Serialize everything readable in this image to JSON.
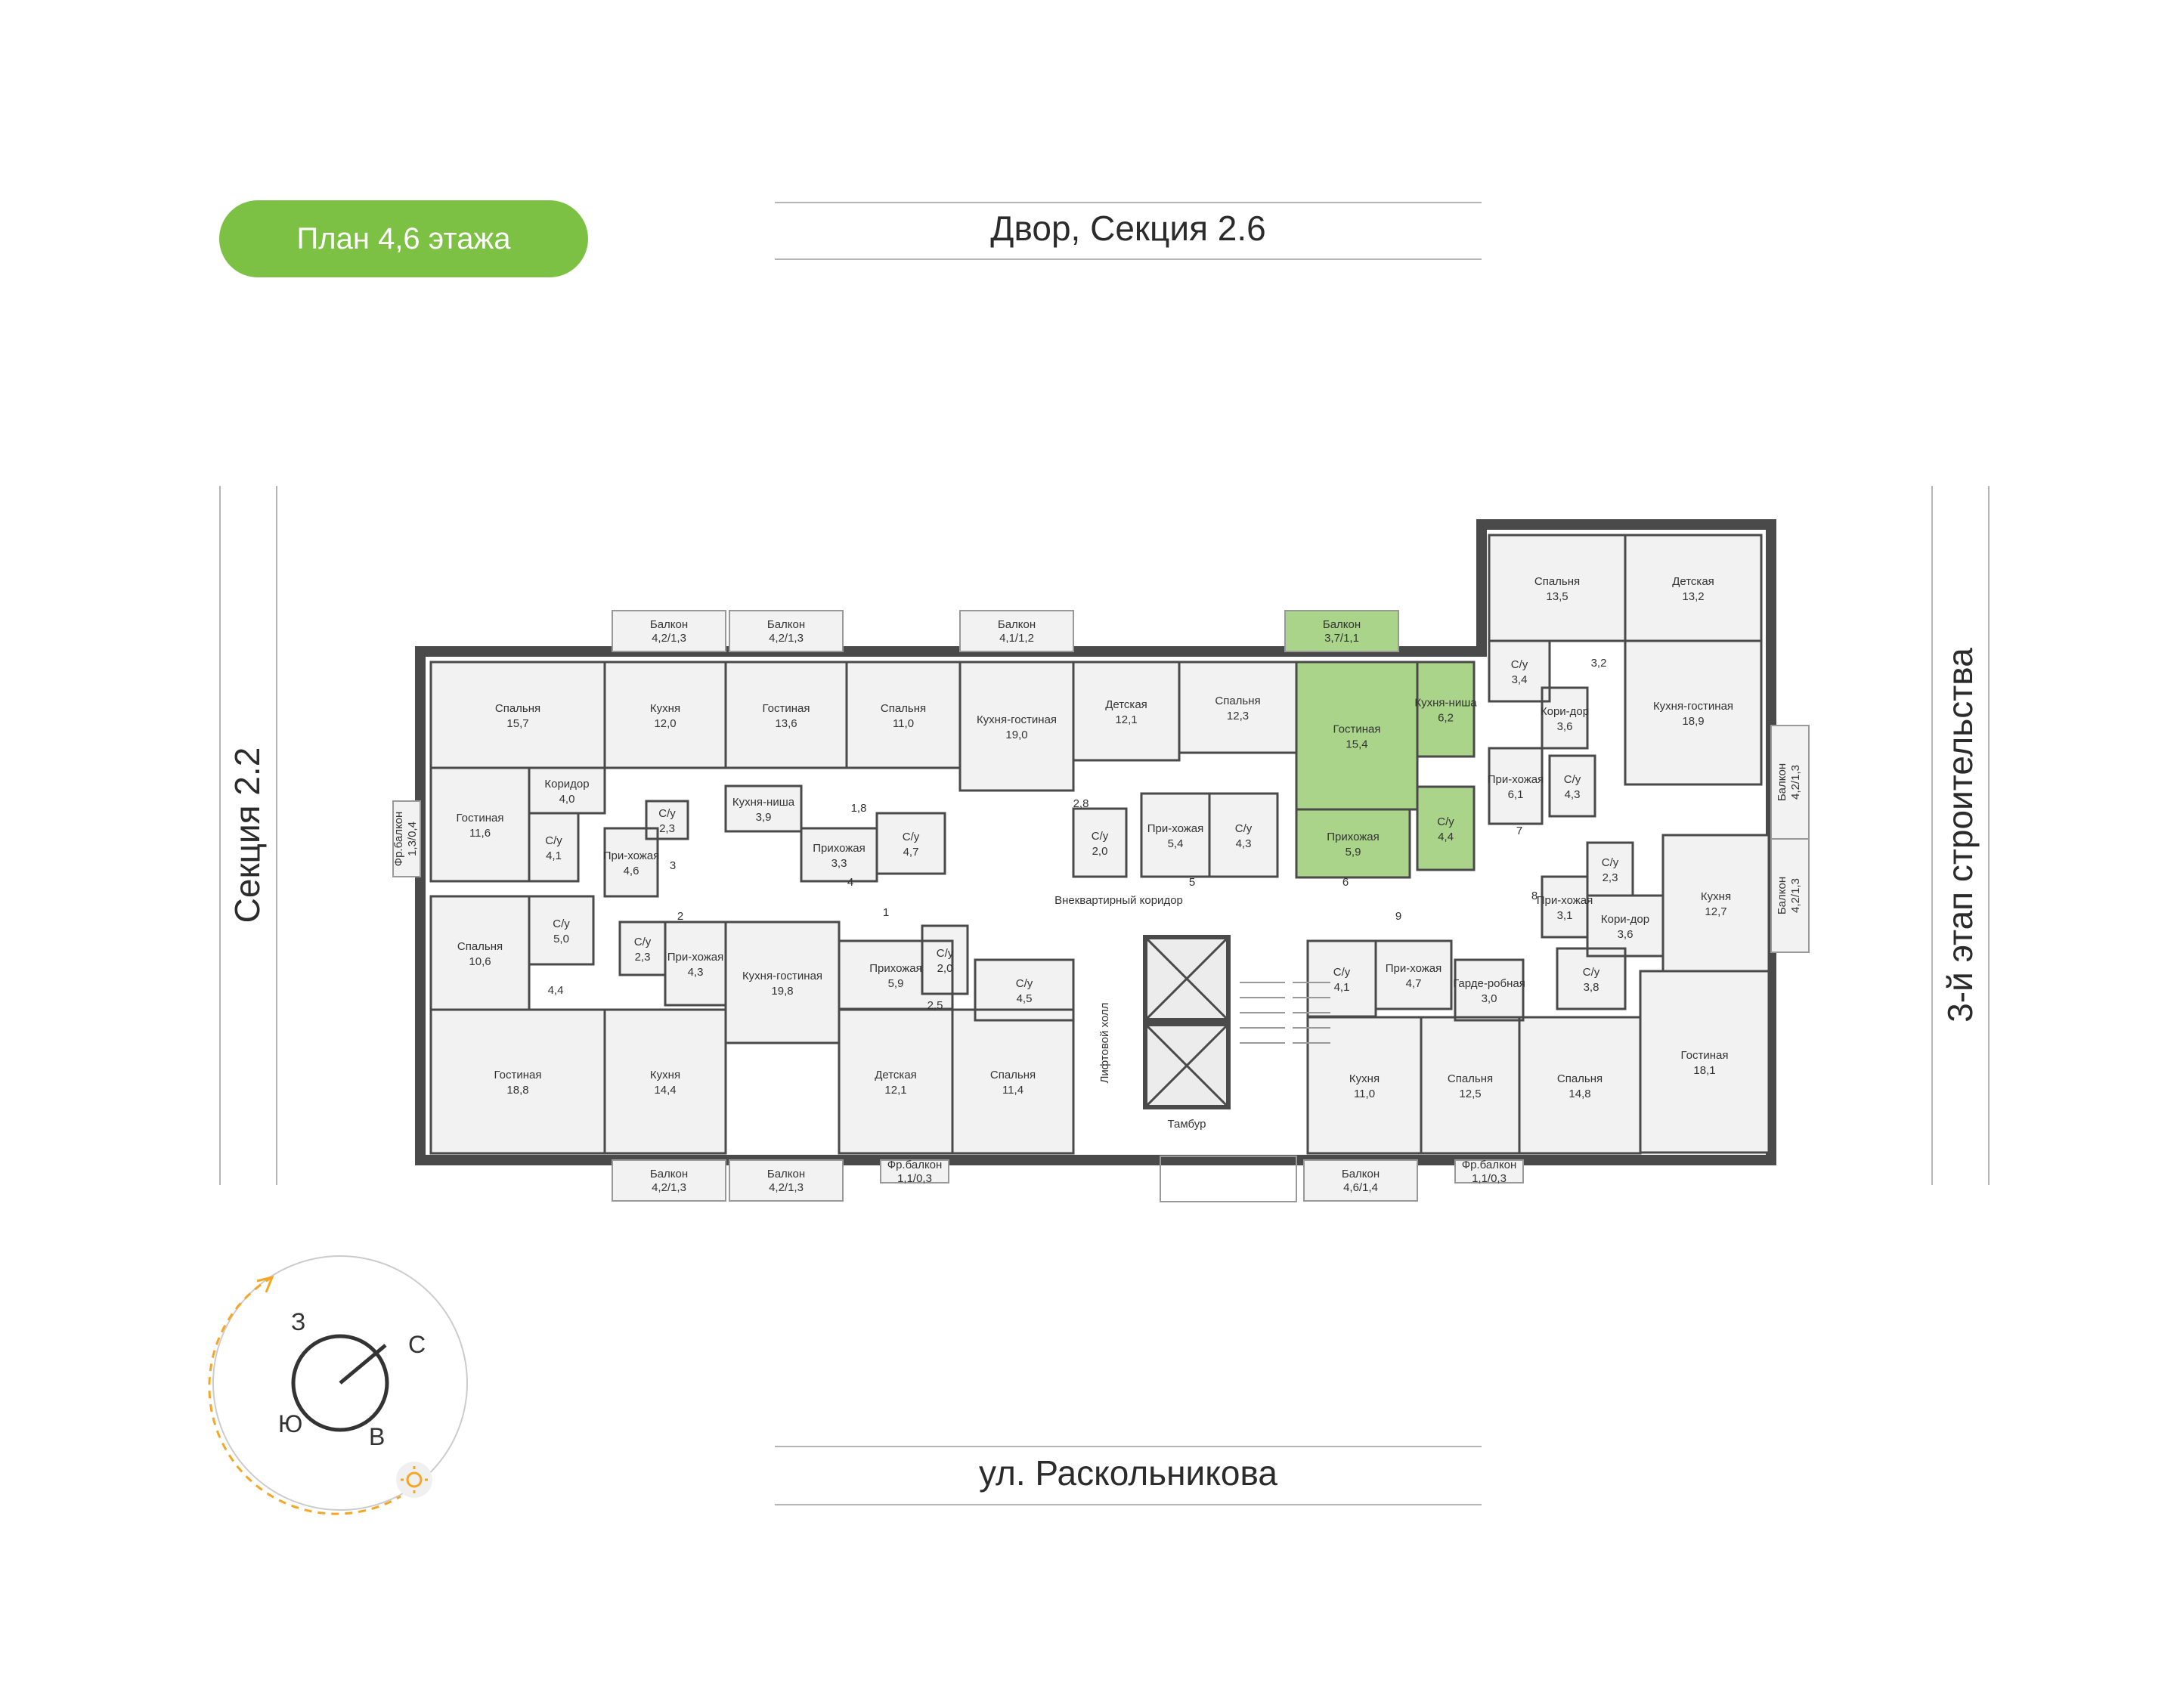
{
  "title": "План 4,6 этажа",
  "top_street": "Двор, Секция 2.6",
  "bottom_street": "ул. Раскольникова",
  "left_label": "Секция 2.2",
  "right_label": "3-й этап строительства",
  "compass": {
    "n": "С",
    "s": "Ю",
    "e": "В",
    "w": "З"
  },
  "colors": {
    "accent": "#7cc143",
    "wall": "#4a4a4a",
    "room": "#f2f2f2",
    "highlight": "#a9d489",
    "sun": "#f5a623"
  },
  "corridor": "Внеквартирный коридор",
  "elevator_hall": "Лифтовой холл",
  "vestibule": "Тамбур",
  "rooms": [
    {
      "id": "r1",
      "name": "Спальня",
      "area": "15,7"
    },
    {
      "id": "r2",
      "name": "Кухня",
      "area": "12,0"
    },
    {
      "id": "r3",
      "name": "Гостиная",
      "area": "13,6"
    },
    {
      "id": "r4",
      "name": "Спальня",
      "area": "11,0"
    },
    {
      "id": "r5",
      "name": "Кухня-гостиная",
      "area": "19,0"
    },
    {
      "id": "r6",
      "name": "Детская",
      "area": "12,1"
    },
    {
      "id": "r7",
      "name": "Спальня",
      "area": "12,3"
    },
    {
      "id": "r8",
      "name": "Гостиная",
      "area": "15,4"
    },
    {
      "id": "r9",
      "name": "Кухня-ниша",
      "area": "6,2"
    },
    {
      "id": "r10",
      "name": "Спальня",
      "area": "13,5"
    },
    {
      "id": "r11",
      "name": "Детская",
      "area": "13,2"
    },
    {
      "id": "r12",
      "name": "Кухня-гостиная",
      "area": "18,9"
    },
    {
      "id": "r13",
      "name": "Гостиная",
      "area": "11,6"
    },
    {
      "id": "r14",
      "name": "Коридор",
      "area": "4,0"
    },
    {
      "id": "r15",
      "name": "С/у",
      "area": "4,1"
    },
    {
      "id": "r16",
      "name": "С/у",
      "area": "2,3"
    },
    {
      "id": "r17",
      "name": "При-хожая",
      "area": "4,6"
    },
    {
      "id": "r18",
      "name": "Кухня-ниша",
      "area": "3,9"
    },
    {
      "id": "r19",
      "name": "Прихожая",
      "area": "3,3"
    },
    {
      "id": "r20",
      "name": "С/у",
      "area": "4,7"
    },
    {
      "id": "r21",
      "name": "С/у",
      "area": "2,0"
    },
    {
      "id": "r22",
      "name": "При-хожая",
      "area": "5,4"
    },
    {
      "id": "r23",
      "name": "С/у",
      "area": "4,3"
    },
    {
      "id": "r24",
      "name": "Прихожая",
      "area": "5,9"
    },
    {
      "id": "r25",
      "name": "С/у",
      "area": "4,4"
    },
    {
      "id": "r26",
      "name": "С/у",
      "area": "3,4"
    },
    {
      "id": "r27",
      "name": "Кори-дор",
      "area": "3,6"
    },
    {
      "id": "r28",
      "name": "При-хожая",
      "area": "6,1"
    },
    {
      "id": "r29",
      "name": "С/у",
      "area": "4,3"
    },
    {
      "id": "r30",
      "name": "Спальня",
      "area": "10,6"
    },
    {
      "id": "r31",
      "name": "С/у",
      "area": "5,0"
    },
    {
      "id": "r32",
      "name": "С/у",
      "area": "2,3"
    },
    {
      "id": "r33",
      "name": "При-хожая",
      "area": "4,3"
    },
    {
      "id": "r34",
      "name": "Кухня-гостиная",
      "area": "19,8"
    },
    {
      "id": "r35",
      "name": "Прихожая",
      "area": "5,9"
    },
    {
      "id": "r36",
      "name": "С/у",
      "area": "2,0"
    },
    {
      "id": "r37",
      "name": "С/у",
      "area": "4,5"
    },
    {
      "id": "r38",
      "name": "С/у",
      "area": "4,1"
    },
    {
      "id": "r39",
      "name": "При-хожая",
      "area": "4,7"
    },
    {
      "id": "r40",
      "name": "Гарде-робная",
      "area": "3,0"
    },
    {
      "id": "r41",
      "name": "При-хожая",
      "area": "3,1"
    },
    {
      "id": "r42",
      "name": "С/у",
      "area": "2,3"
    },
    {
      "id": "r43",
      "name": "Кори-дор",
      "area": "3,6"
    },
    {
      "id": "r44",
      "name": "С/у",
      "area": "3,8"
    },
    {
      "id": "r45",
      "name": "Кухня",
      "area": "12,7"
    },
    {
      "id": "r46",
      "name": "Гостиная",
      "area": "18,8"
    },
    {
      "id": "r47",
      "name": "Кухня",
      "area": "14,4"
    },
    {
      "id": "r48",
      "name": "Детская",
      "area": "12,1"
    },
    {
      "id": "r49",
      "name": "Спальня",
      "area": "11,4"
    },
    {
      "id": "r50",
      "name": "Кухня",
      "area": "11,0"
    },
    {
      "id": "r51",
      "name": "Спальня",
      "area": "12,5"
    },
    {
      "id": "r52",
      "name": "Спальня",
      "area": "14,8"
    },
    {
      "id": "r53",
      "name": "Гостиная",
      "area": "18,1"
    }
  ],
  "small_areas": [
    "1,8",
    "2,8",
    "4,4",
    "2,5",
    "3,2"
  ],
  "balconies": [
    {
      "id": "b1",
      "name": "Балкон",
      "area": "4,2/1,3"
    },
    {
      "id": "b2",
      "name": "Балкон",
      "area": "4,2/1,3"
    },
    {
      "id": "b3",
      "name": "Балкон",
      "area": "4,1/1,2"
    },
    {
      "id": "b4",
      "name": "Балкон",
      "area": "3,7/1,1"
    },
    {
      "id": "b5",
      "name": "Балкон",
      "area": "4,2/1,3"
    },
    {
      "id": "b6",
      "name": "Балкон",
      "area": "4,2/1,3"
    },
    {
      "id": "b7",
      "name": "Фр.балкон",
      "area": "1,1/0,3"
    },
    {
      "id": "b8",
      "name": "Балкон",
      "area": "4,6/1,4"
    },
    {
      "id": "b9",
      "name": "Фр.балкон",
      "area": "1,1/0,3"
    },
    {
      "id": "b10",
      "name": "Фр.балкон",
      "area": "1,3/0,4"
    },
    {
      "id": "b11",
      "name": "Балкон",
      "area": "4,2/1,3"
    },
    {
      "id": "b12",
      "name": "Балкон",
      "area": "4,2/1,3"
    }
  ],
  "door_numbers": [
    "1",
    "2",
    "3",
    "4",
    "5",
    "6",
    "7",
    "8",
    "9"
  ]
}
